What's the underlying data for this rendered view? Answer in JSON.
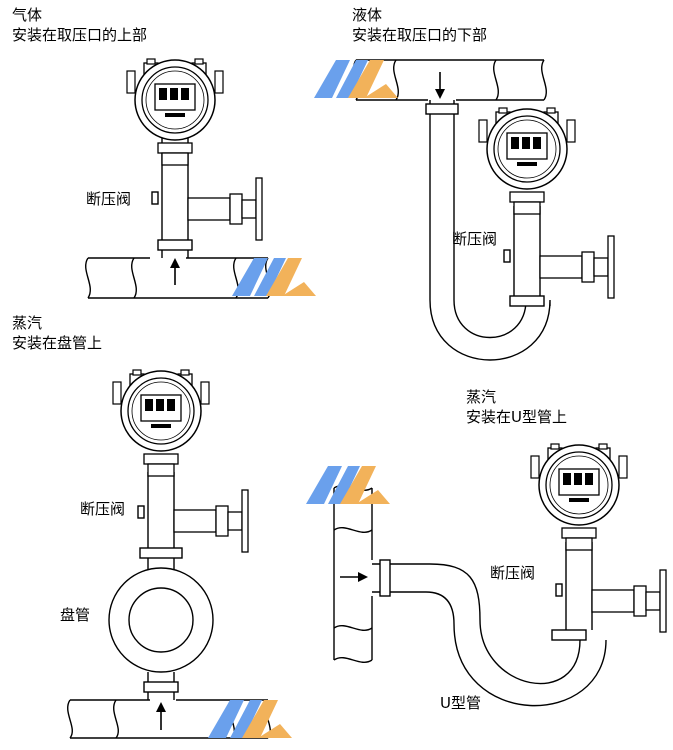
{
  "panels": {
    "gas": {
      "title": "气体",
      "subtitle": "安装在取压口的上部",
      "valve": "断压阀"
    },
    "liquid": {
      "title": "液体",
      "subtitle": "安装在取压口的下部",
      "valve": "断压阀"
    },
    "steam_coil": {
      "title": "蒸汽",
      "subtitle": "安装在盘管上",
      "valve": "断压阀",
      "coil": "盘管"
    },
    "steam_u": {
      "title": "蒸汽",
      "subtitle": "安装在U型管上",
      "valve": "断压阀",
      "u_tube": "U型管"
    }
  },
  "colors": {
    "logo_blue": "#6aa0ec",
    "logo_orange": "#f2b25a",
    "line": "#000000"
  }
}
